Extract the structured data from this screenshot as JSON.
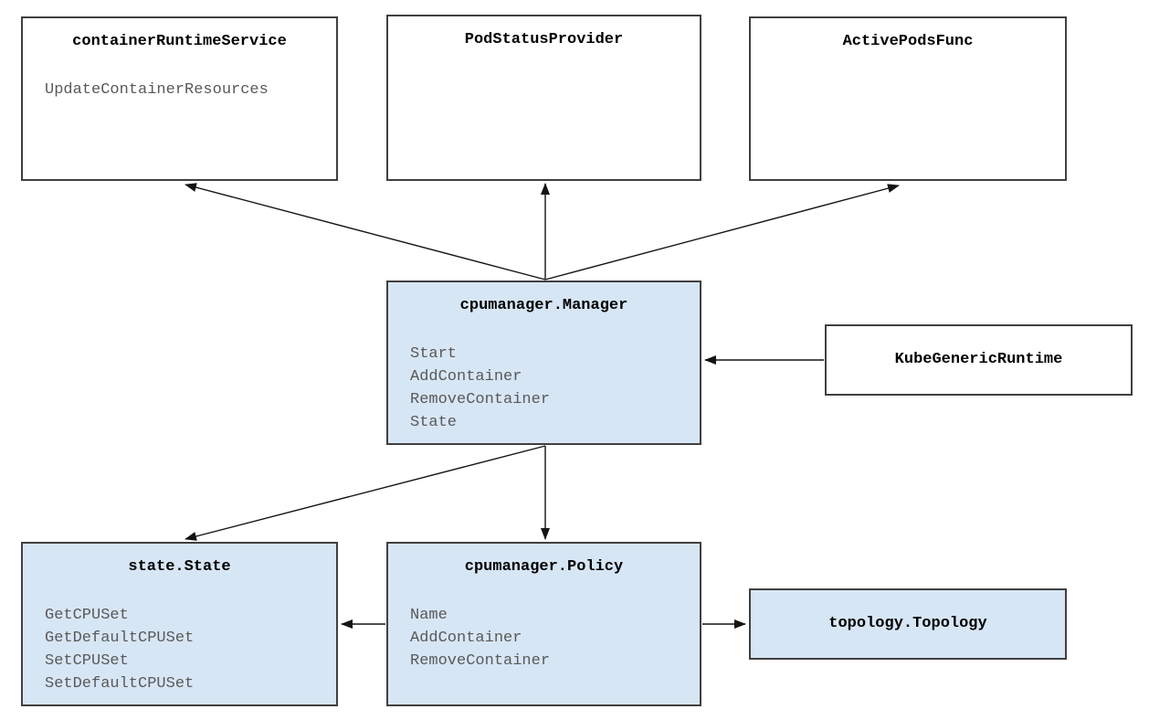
{
  "diagram": {
    "nodes": {
      "container_runtime_service": {
        "title": "containerRuntimeService",
        "methods": [
          "UpdateContainerResources"
        ]
      },
      "pod_status_provider": {
        "title": "PodStatusProvider",
        "methods": []
      },
      "active_pods_func": {
        "title": "ActivePodsFunc",
        "methods": []
      },
      "cpumanager_manager": {
        "title": "cpumanager.Manager",
        "methods": [
          "Start",
          "AddContainer",
          "RemoveContainer",
          "State"
        ]
      },
      "kube_generic_runtime": {
        "title": "KubeGenericRuntime",
        "methods": []
      },
      "state_state": {
        "title": "state.State",
        "methods": [
          "GetCPUSet",
          "GetDefaultCPUSet",
          "SetCPUSet",
          "SetDefaultCPUSet"
        ]
      },
      "cpumanager_policy": {
        "title": "cpumanager.Policy",
        "methods": [
          "Name",
          "AddContainer",
          "RemoveContainer"
        ]
      },
      "topology_topology": {
        "title": "topology.Topology",
        "methods": []
      }
    },
    "edges": [
      {
        "from": "cpumanager_manager",
        "to": "container_runtime_service"
      },
      {
        "from": "cpumanager_manager",
        "to": "pod_status_provider"
      },
      {
        "from": "cpumanager_manager",
        "to": "active_pods_func"
      },
      {
        "from": "kube_generic_runtime",
        "to": "cpumanager_manager"
      },
      {
        "from": "cpumanager_manager",
        "to": "state_state"
      },
      {
        "from": "cpumanager_manager",
        "to": "cpumanager_policy"
      },
      {
        "from": "cpumanager_policy",
        "to": "state_state"
      },
      {
        "from": "cpumanager_policy",
        "to": "topology_topology"
      }
    ],
    "colors": {
      "node_fill_blue": "#d7e6f5",
      "node_fill_white": "#ffffff",
      "node_border": "#404040",
      "title_text": "#000000",
      "method_text": "#595959",
      "arrow": "#141414"
    }
  }
}
